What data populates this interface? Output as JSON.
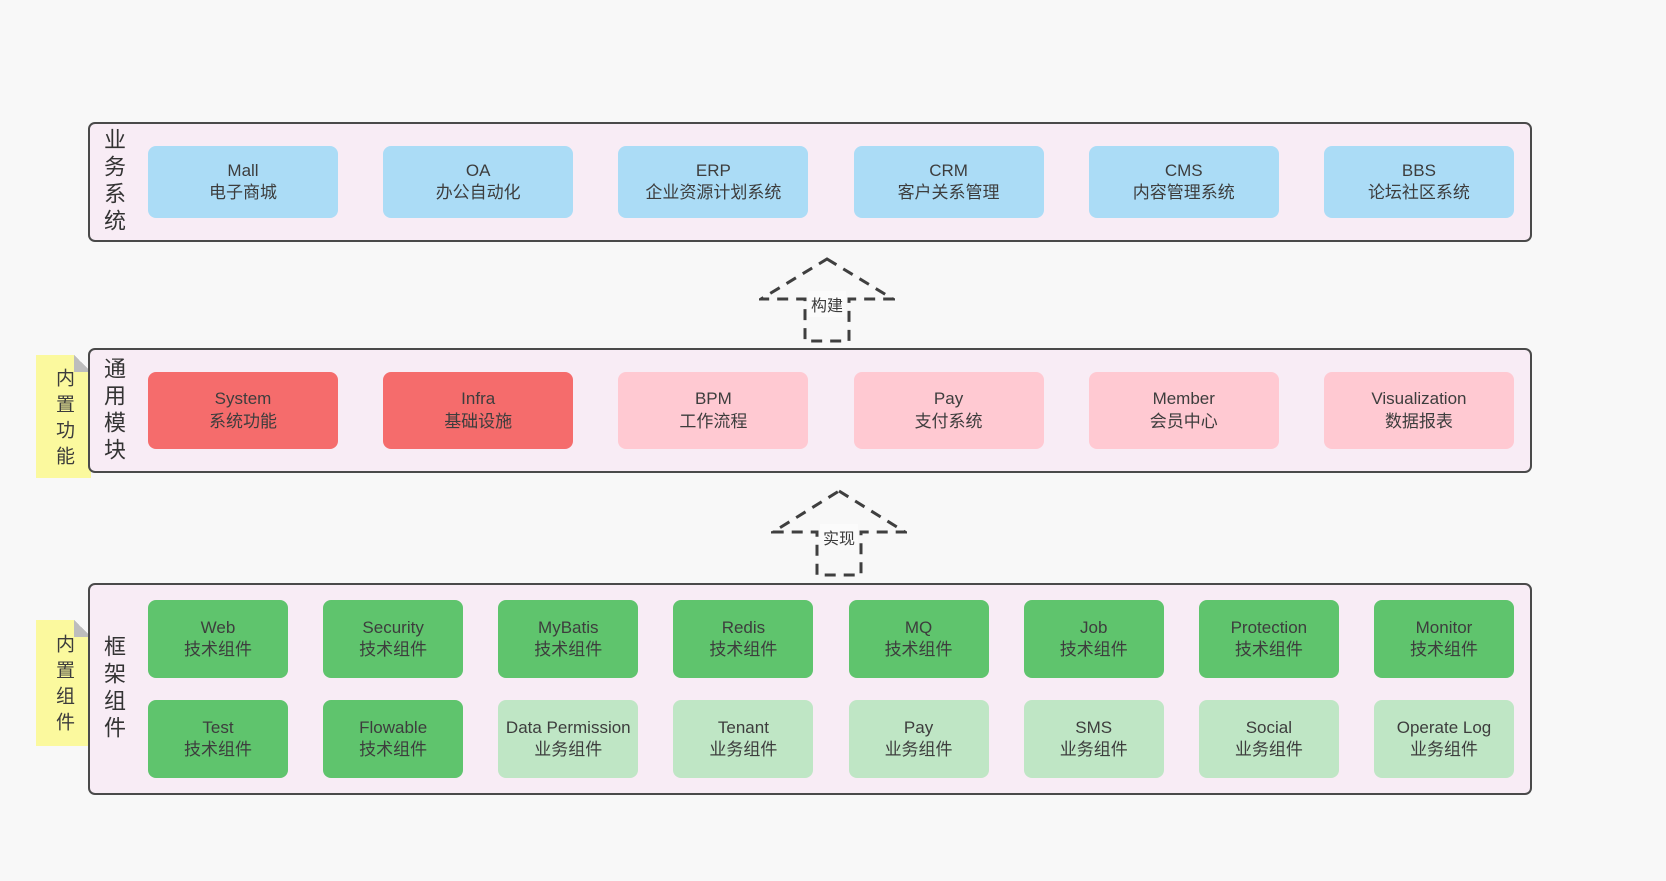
{
  "diagram": {
    "colors": {
      "page_bg": "#f8f8f8",
      "panel_bg": "#f8ecf5",
      "panel_border": "#4a4a4a",
      "blue_box": "#abdcf6",
      "red_box": "#f56c6c",
      "pink_box": "#ffc9d2",
      "green_box": "#5fc46d",
      "light_green_box": "#bfe6c5",
      "sticky_yellow": "#fbf99e",
      "text": "#3d3d3d"
    },
    "arrows": [
      {
        "label": "构建"
      },
      {
        "label": "实现"
      }
    ],
    "sections": {
      "business": {
        "label": "业务系统",
        "boxes": [
          {
            "title": "Mall",
            "subtitle": "电子商城",
            "variant": "blue"
          },
          {
            "title": "OA",
            "subtitle": "办公自动化",
            "variant": "blue"
          },
          {
            "title": "ERP",
            "subtitle": "企业资源计划系统",
            "variant": "blue"
          },
          {
            "title": "CRM",
            "subtitle": "客户关系管理",
            "variant": "blue"
          },
          {
            "title": "CMS",
            "subtitle": "内容管理系统",
            "variant": "blue"
          },
          {
            "title": "BBS",
            "subtitle": "论坛社区系统",
            "variant": "blue"
          }
        ]
      },
      "modules": {
        "label": "通用模块",
        "sticky": "内置功能",
        "boxes": [
          {
            "title": "System",
            "subtitle": "系统功能",
            "variant": "red"
          },
          {
            "title": "Infra",
            "subtitle": "基础设施",
            "variant": "red"
          },
          {
            "title": "BPM",
            "subtitle": "工作流程",
            "variant": "pink"
          },
          {
            "title": "Pay",
            "subtitle": "支付系统",
            "variant": "pink"
          },
          {
            "title": "Member",
            "subtitle": "会员中心",
            "variant": "pink"
          },
          {
            "title": "Visualization",
            "subtitle": "数据报表",
            "variant": "pink"
          }
        ]
      },
      "components": {
        "label": "框架组件",
        "sticky": "内置组件",
        "row1": [
          {
            "title": "Web",
            "subtitle": "技术组件",
            "variant": "green"
          },
          {
            "title": "Security",
            "subtitle": "技术组件",
            "variant": "green"
          },
          {
            "title": "MyBatis",
            "subtitle": "技术组件",
            "variant": "green"
          },
          {
            "title": "Redis",
            "subtitle": "技术组件",
            "variant": "green"
          },
          {
            "title": "MQ",
            "subtitle": "技术组件",
            "variant": "green"
          },
          {
            "title": "Job",
            "subtitle": "技术组件",
            "variant": "green"
          },
          {
            "title": "Protection",
            "subtitle": "技术组件",
            "variant": "green"
          },
          {
            "title": "Monitor",
            "subtitle": "技术组件",
            "variant": "green"
          }
        ],
        "row2": [
          {
            "title": "Test",
            "subtitle": "技术组件",
            "variant": "green"
          },
          {
            "title": "Flowable",
            "subtitle": "技术组件",
            "variant": "green"
          },
          {
            "title": "Data Permission",
            "subtitle": "业务组件",
            "variant": "lightgreen"
          },
          {
            "title": "Tenant",
            "subtitle": "业务组件",
            "variant": "lightgreen"
          },
          {
            "title": "Pay",
            "subtitle": "业务组件",
            "variant": "lightgreen"
          },
          {
            "title": "SMS",
            "subtitle": "业务组件",
            "variant": "lightgreen"
          },
          {
            "title": "Social",
            "subtitle": "业务组件",
            "variant": "lightgreen"
          },
          {
            "title": "Operate Log",
            "subtitle": "业务组件",
            "variant": "lightgreen"
          }
        ]
      }
    }
  }
}
